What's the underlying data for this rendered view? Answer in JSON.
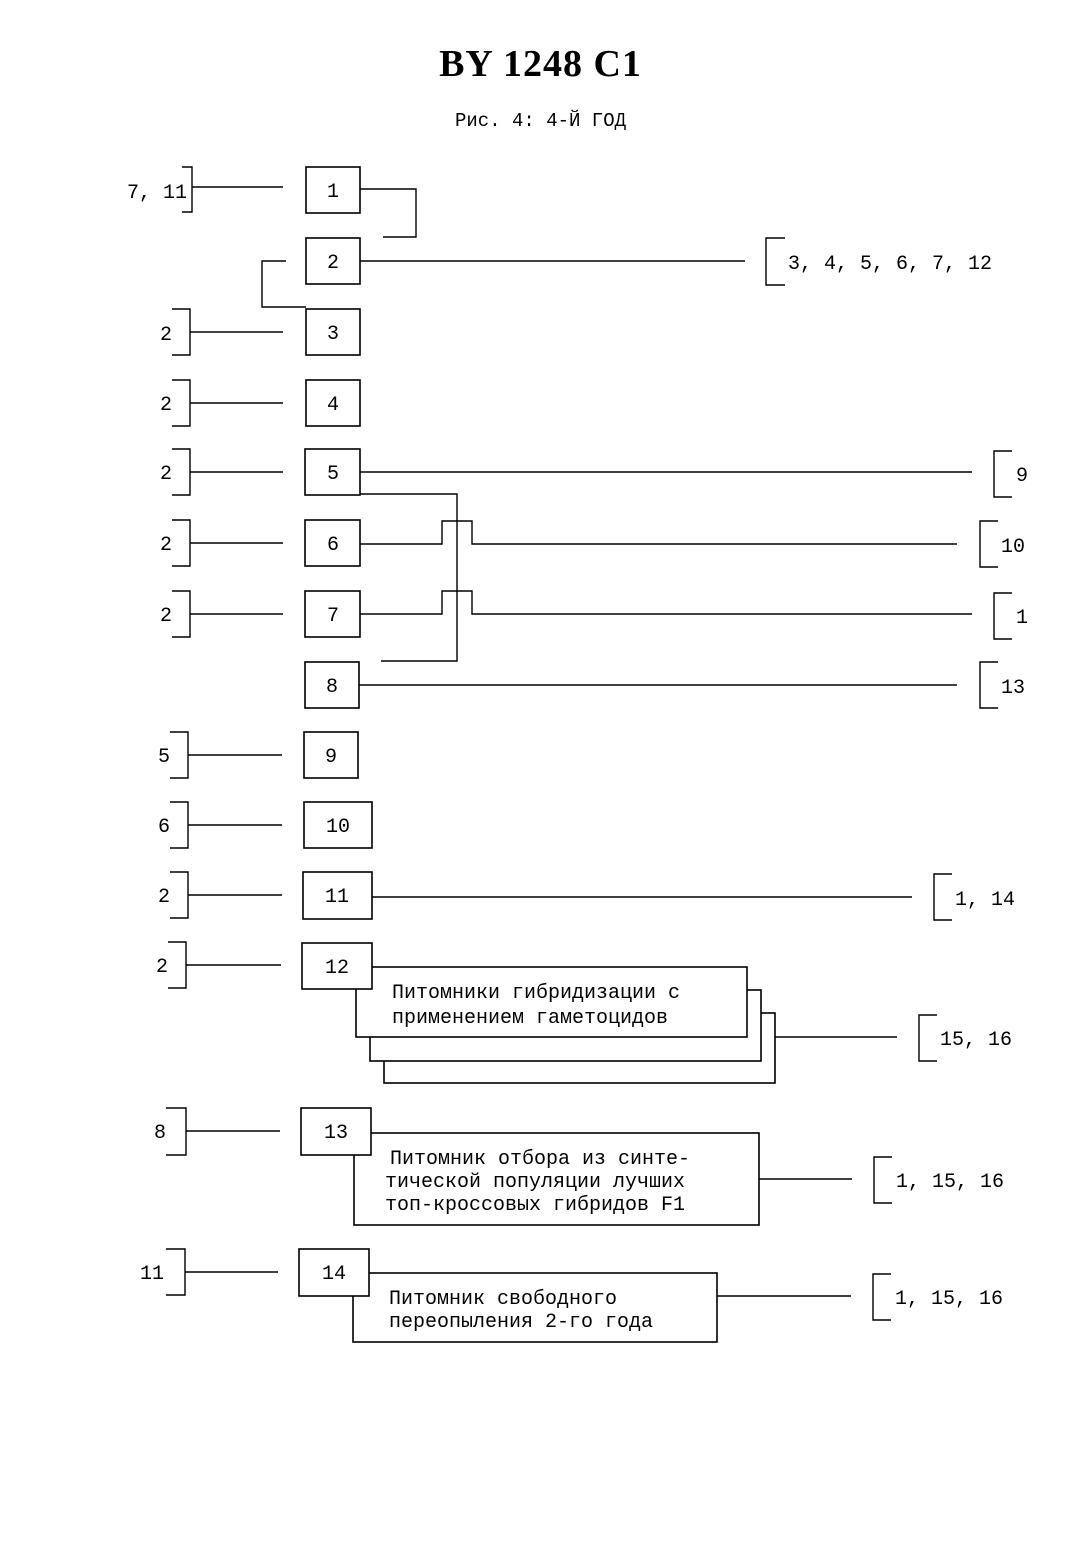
{
  "header": {
    "title": "BY 1248 C1",
    "subtitle": "Рис. 4:  4-Й ГОД"
  },
  "nodes": [
    {
      "id": "1",
      "inputs": "7, 11",
      "outputs": ""
    },
    {
      "id": "2",
      "inputs": "",
      "outputs": "3, 4, 5, 6, 7, 12"
    },
    {
      "id": "3",
      "inputs": "2",
      "outputs": ""
    },
    {
      "id": "4",
      "inputs": "2",
      "outputs": ""
    },
    {
      "id": "5",
      "inputs": "2",
      "outputs": "9"
    },
    {
      "id": "6",
      "inputs": "2",
      "outputs": "10"
    },
    {
      "id": "7",
      "inputs": "2",
      "outputs": "1"
    },
    {
      "id": "8",
      "inputs": "",
      "outputs": "13"
    },
    {
      "id": "9",
      "inputs": "5",
      "outputs": ""
    },
    {
      "id": "10",
      "inputs": "6",
      "outputs": ""
    },
    {
      "id": "11",
      "inputs": "2",
      "outputs": "1, 14"
    },
    {
      "id": "12",
      "inputs": "2",
      "outputs": "15, 16"
    },
    {
      "id": "13",
      "inputs": "8",
      "outputs": "1, 15, 16"
    },
    {
      "id": "14",
      "inputs": "11",
      "outputs": "1, 15, 16"
    }
  ],
  "nurseries": {
    "n12": {
      "line1": "Питомники гибридизации с",
      "line2": "применением гаметоцидов"
    },
    "n13": {
      "line1": "Питомник отбора из синте-",
      "line2": "тической популяции лучших",
      "line3": "топ-кроссовых гибридов F1"
    },
    "n14": {
      "line1": "Питомник  свободного",
      "line2": "переопыления 2-го года"
    }
  }
}
